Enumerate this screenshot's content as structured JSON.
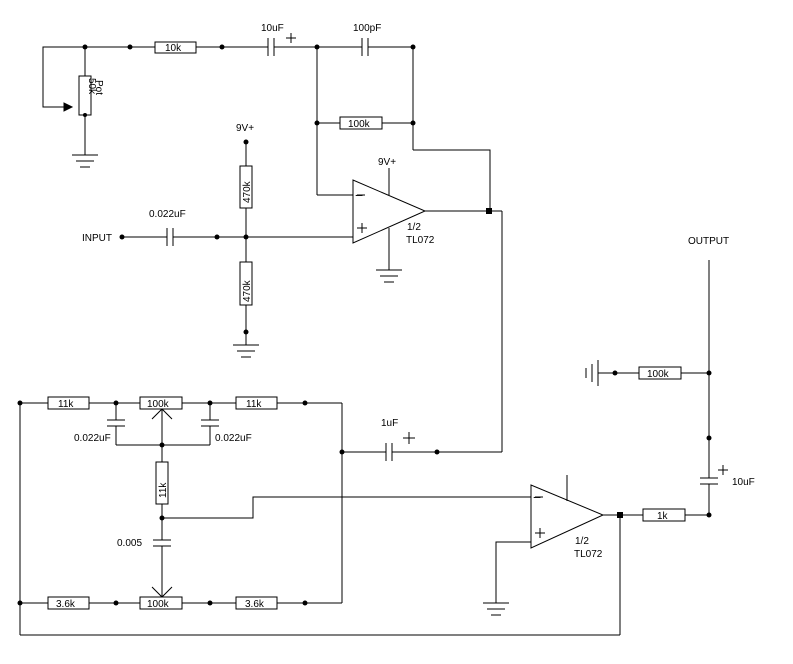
{
  "labels": {
    "input": "INPUT",
    "output": "OUTPUT",
    "v_top": "9V+",
    "v_opamp": "9V+",
    "half1": "1/2",
    "tl072_1": "TL072",
    "half2": "1/2",
    "tl072_2": "TL072",
    "plus": "+",
    "minus": "−"
  },
  "components": {
    "r_10k": "10k",
    "c_10uf_top": "10uF",
    "c_100pf": "100pF",
    "r_100k_fb": "100k",
    "pot_value": "50k",
    "pot_label": "Pot",
    "r_470k_top": "470k",
    "r_470k_bot": "470k",
    "c_input": "0.022uF",
    "r_11k_left": "11k",
    "r_100k_pot_top": "100k",
    "r_11k_right": "11k",
    "c_022_left": "0.022uF",
    "c_022_right": "0.022uF",
    "r_11k_vert": "11k",
    "c_005": "0.005",
    "r_36k_left": "3.6k",
    "r_100k_pot_bot": "100k",
    "r_36k_right": "3.6k",
    "c_1uf": "1uF",
    "r_1k": "1k",
    "r_100k_out": "100k",
    "c_10uf_out": "10uF"
  }
}
